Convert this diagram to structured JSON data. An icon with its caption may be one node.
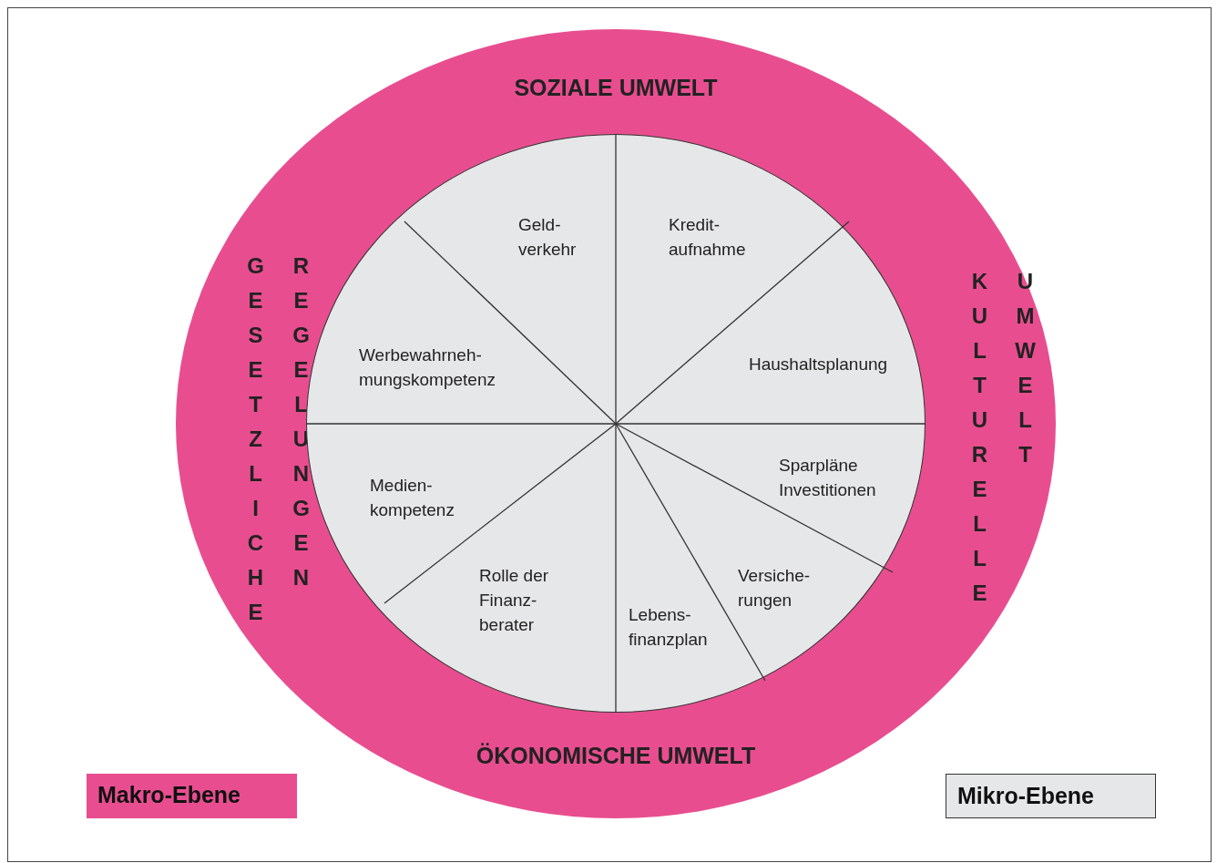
{
  "diagram": {
    "nodes": [
      {
        "text": [
          "SOZIALE UMWELT",
          "GESETZLICHE REGELUNGEN",
          "KULTURELLE UMWELT",
          "ÖKONOMISCHE UMWELT"
        ]
      },
      {
        "text": [],
        "shape": "circle",
        "in": 0
      },
      {
        "text": [
          "Geld- verkehr"
        ],
        "in": 1
      },
      {
        "text": [
          "Kredit- aufnahme"
        ],
        "in": 1
      },
      {
        "text": [
          "Werbewahrneh- mungskompetenz"
        ],
        "in": 1
      },
      {
        "text": [
          "Haushaltsplanung"
        ],
        "in": 1
      },
      {
        "text": [
          "Medien- kompetenz"
        ],
        "in": 1
      },
      {
        "text": [
          "Sparpläne Investitionen"
        ],
        "in": 1
      },
      {
        "text": [
          "Versiche- rungen"
        ],
        "in": 1
      },
      {
        "text": [
          "Rolle der Finanz- berater"
        ],
        "in": 1
      },
      {
        "text": [
          "Lebens- finanzplan"
        ],
        "in": 1
      }
    ],
    "edges": [],
    "legend": [
      {
        "text": "Makro-Ebene",
        "color": "#e84e8f"
      },
      {
        "text": "Mikro-Ebene",
        "color": "#e6e7e8"
      }
    ]
  }
}
